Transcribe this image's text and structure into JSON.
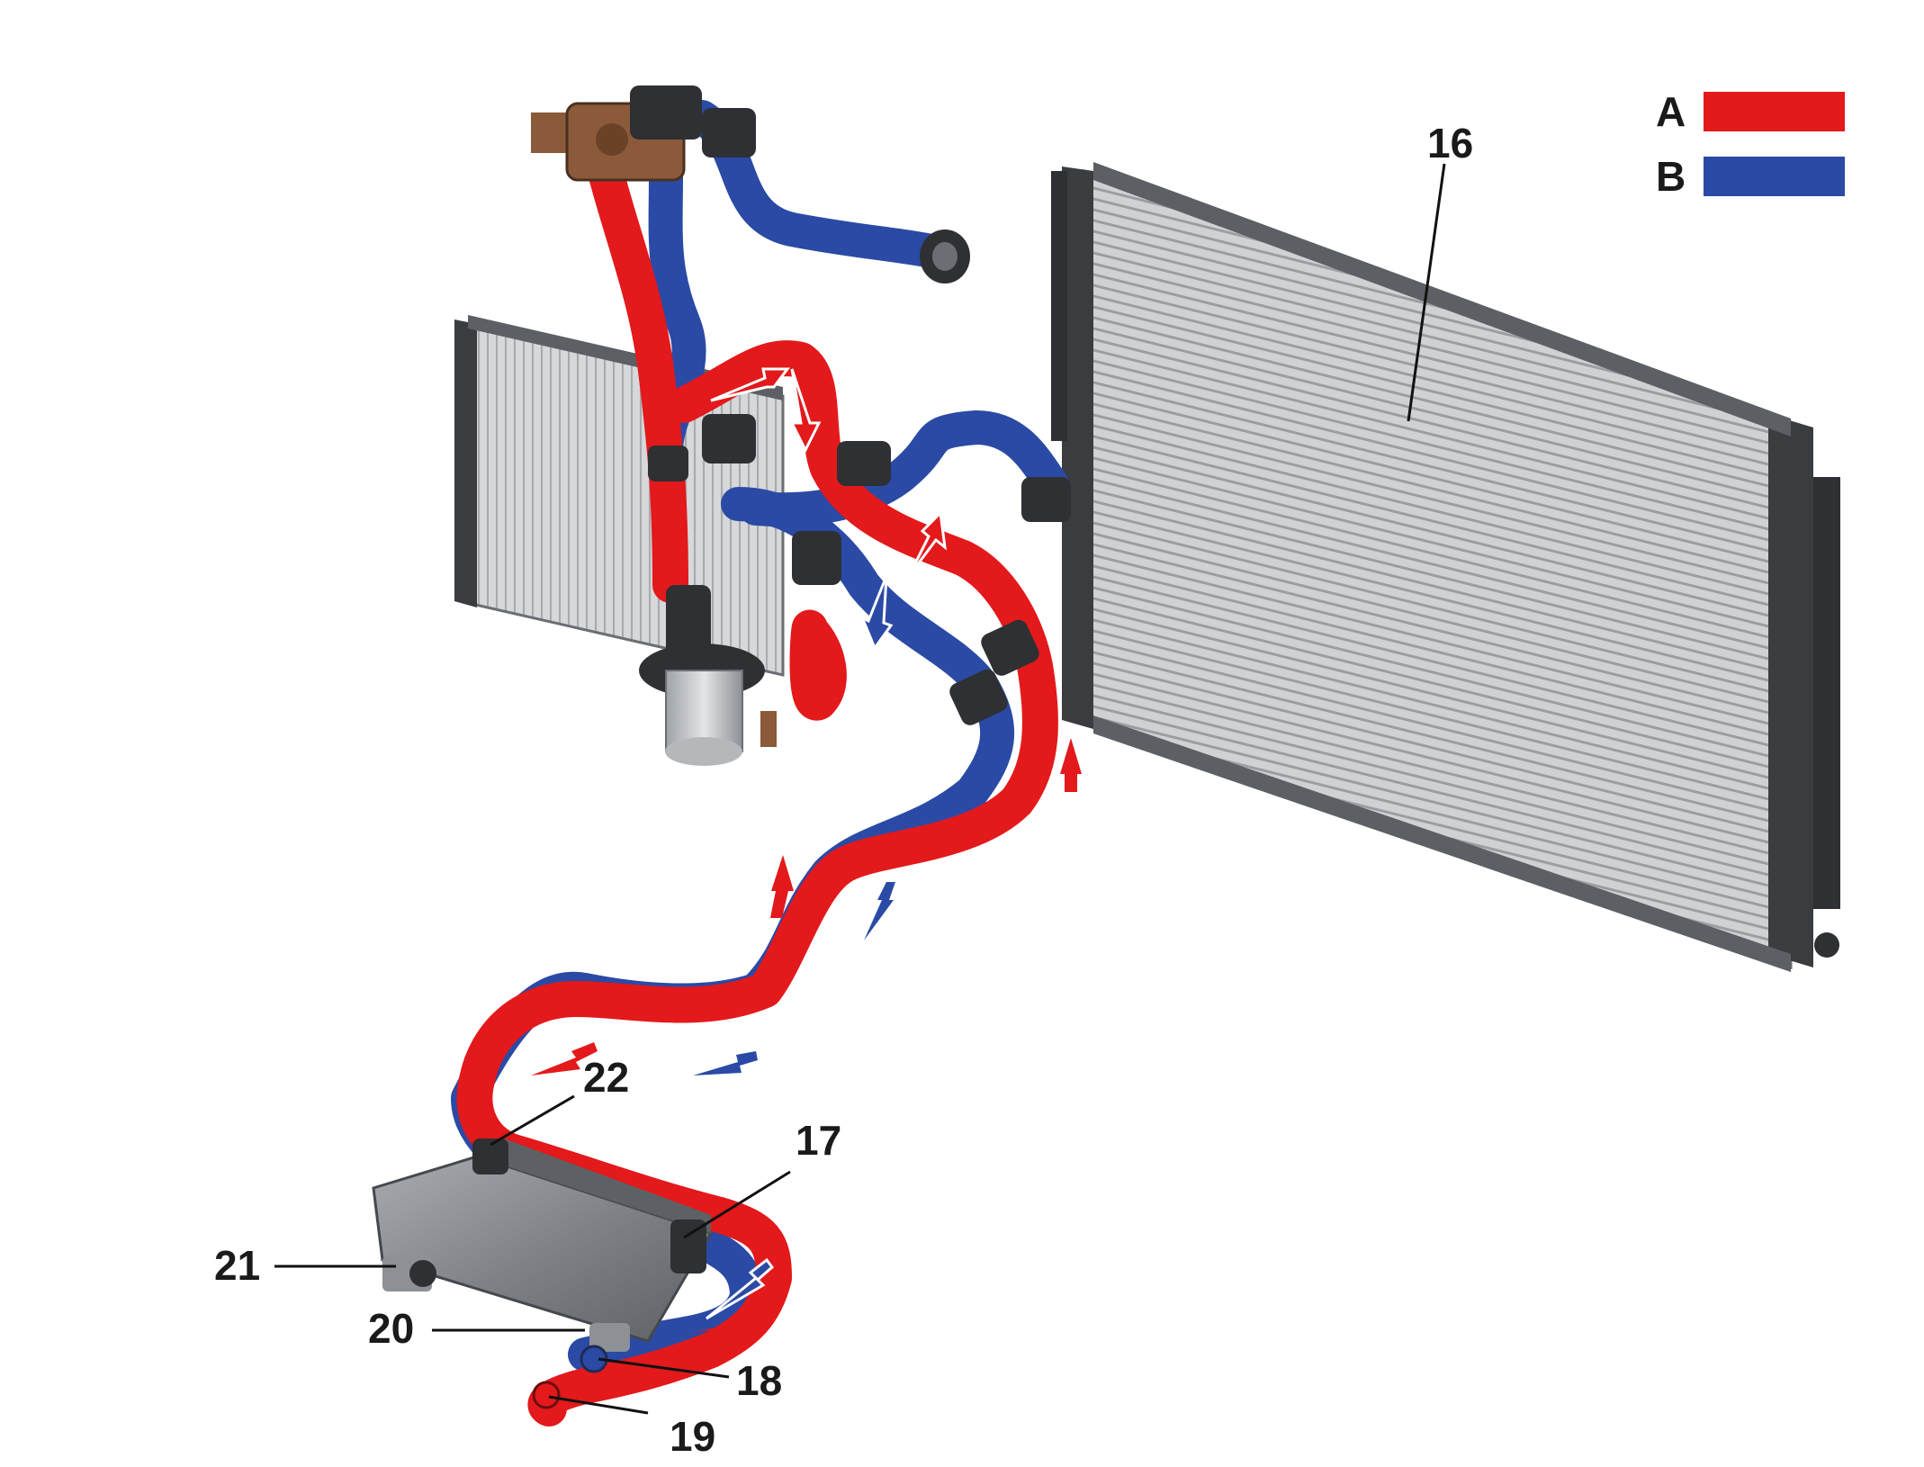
{
  "legend": [
    {
      "key": "A",
      "color": "#e3191b"
    },
    {
      "key": "B",
      "color": "#2b4aa5"
    }
  ],
  "callouts": [
    "16",
    "17",
    "18",
    "19",
    "20",
    "21",
    "22"
  ],
  "colors": {
    "hose_hot": "#e3191b",
    "hose_cold": "#2b4aa5",
    "radiator_core": "#c9cbcd",
    "frame_dark": "#3a3c3f",
    "valve_brown": "#8a5a3a"
  }
}
